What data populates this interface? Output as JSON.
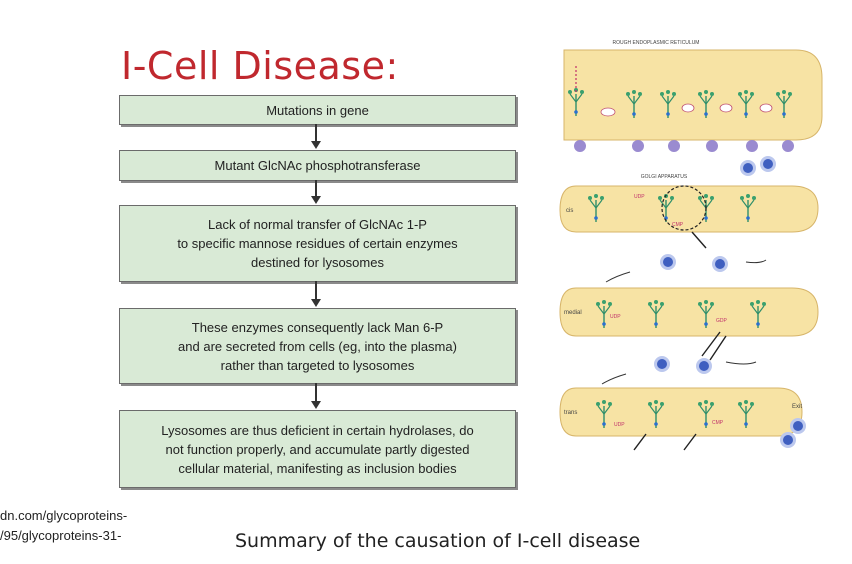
{
  "title": "I-Cell Disease:",
  "flowchart": {
    "boxes": [
      "Mutations in gene",
      "Mutant GlcNAc phosphotransferase",
      "Lack of normal transfer of GlcNAc 1-P\nto specific mannose residues of certain enzymes\ndestined for lysosomes",
      "These enzymes consequently lack Man 6-P\nand are secreted from cells (eg, into the plasma)\nrather than targeted to lysosomes",
      "Lysosomes are thus deficient in certain hydrolases, do\nnot function properly, and accumulate partly digested\ncellular material, manifesting as inclusion bodies"
    ]
  },
  "diagram": {
    "rer_label": "ROUGH ENDOPLASMIC RETICULUM",
    "golgi_label": "GOLGI APPARATUS",
    "cis_label": "cis",
    "medial_label": "medial",
    "trans_label": "trans",
    "exit_label": "Exit",
    "udp_label": "UDP",
    "cmp_label": "CMP",
    "gdp_label": "GDP"
  },
  "source": {
    "line1": "dn.com/glycoproteins-",
    "line2": "/95/glycoproteins-31-"
  },
  "caption": "Summary of the causation of I-cell disease",
  "colors": {
    "title": "#c0282e",
    "box_fill": "#d9ead6",
    "organelle_fill": "#f7e3a4",
    "vesicle": "#3f5fc0"
  }
}
